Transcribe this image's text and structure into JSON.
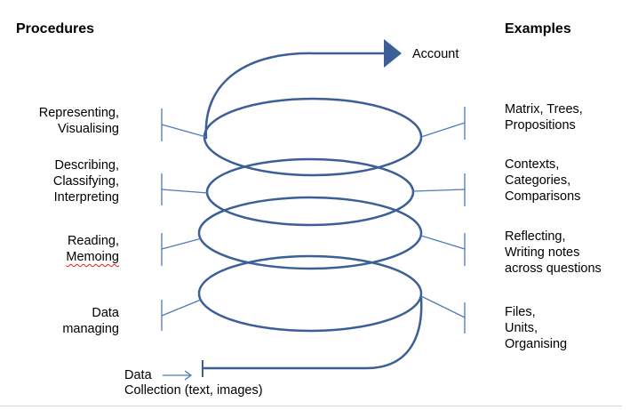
{
  "headers": {
    "procedures": "Procedures",
    "examples": "Examples"
  },
  "account": "Account",
  "procedures": [
    {
      "lines": [
        "Representing,",
        "Visualising"
      ]
    },
    {
      "lines": [
        "Describing,",
        "Classifying,",
        "Interpreting"
      ]
    },
    {
      "lines": [
        "Reading,",
        "Memoing"
      ]
    },
    {
      "lines": [
        "Data",
        "managing"
      ]
    }
  ],
  "examples": [
    {
      "lines": [
        "Matrix, Trees,",
        "Propositions"
      ]
    },
    {
      "lines": [
        "Contexts,",
        "Categories,",
        "Comparisons"
      ]
    },
    {
      "lines": [
        "Reflecting,",
        "Writing notes",
        "across questions"
      ]
    },
    {
      "lines": [
        "Files,",
        "Units,",
        "Organising"
      ]
    }
  ],
  "data_collection": {
    "line1": "Data",
    "line2": "Collection (text, images)"
  },
  "colors": {
    "spiral": "#3b5f96",
    "connector": "#4f7ab8",
    "underline": "#e02020"
  }
}
